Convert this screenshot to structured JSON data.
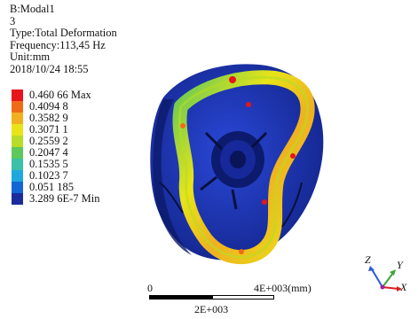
{
  "header": {
    "analysis": "B:Modal1",
    "mode": "3",
    "type": "Type:Total Deformation",
    "frequency": "Frequency:113,45 Hz",
    "unit": "Unit:mm",
    "timestamp": "2018/10/24 18:55"
  },
  "legend": [
    {
      "label": "0.460 66 Max",
      "color": "#e8141c"
    },
    {
      "label": "0.4094 8",
      "color": "#f06b18"
    },
    {
      "label": "0.3582 9",
      "color": "#f0b020"
    },
    {
      "label": "0.3071 1",
      "color": "#e8e418"
    },
    {
      "label": "0.2559 2",
      "color": "#b8dc28"
    },
    {
      "label": "0.2047 4",
      "color": "#5ec85a"
    },
    {
      "label": "0.1535 5",
      "color": "#3cc0a8"
    },
    {
      "label": "0.1023 7",
      "color": "#1ea8dc"
    },
    {
      "label": "0.051 185",
      "color": "#1466d2"
    },
    {
      "label": "3.289 6E-7 Min",
      "color": "#1c2c9c"
    }
  ],
  "scale": {
    "start": "0",
    "end": "4E+003(mm)",
    "mid": "2E+003"
  },
  "triad": {
    "z": "Z",
    "y": "Y",
    "x": "X"
  }
}
